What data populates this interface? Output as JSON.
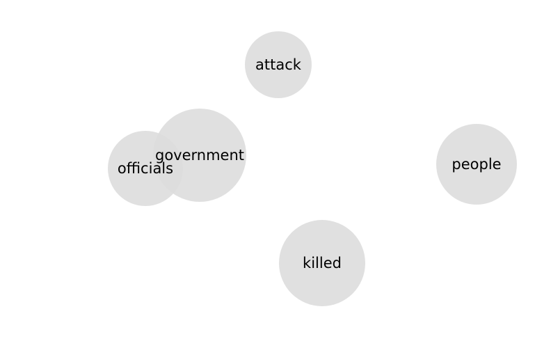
{
  "colors": {
    "background": "#ffffff",
    "bubble_fill": "#dcdcdc",
    "label": "#000000"
  },
  "bubbles": [
    {
      "id": "attack",
      "label": "attack"
    },
    {
      "id": "government",
      "label": "government"
    },
    {
      "id": "officials",
      "label": "officials"
    },
    {
      "id": "people",
      "label": "people"
    },
    {
      "id": "killed",
      "label": "killed"
    }
  ]
}
